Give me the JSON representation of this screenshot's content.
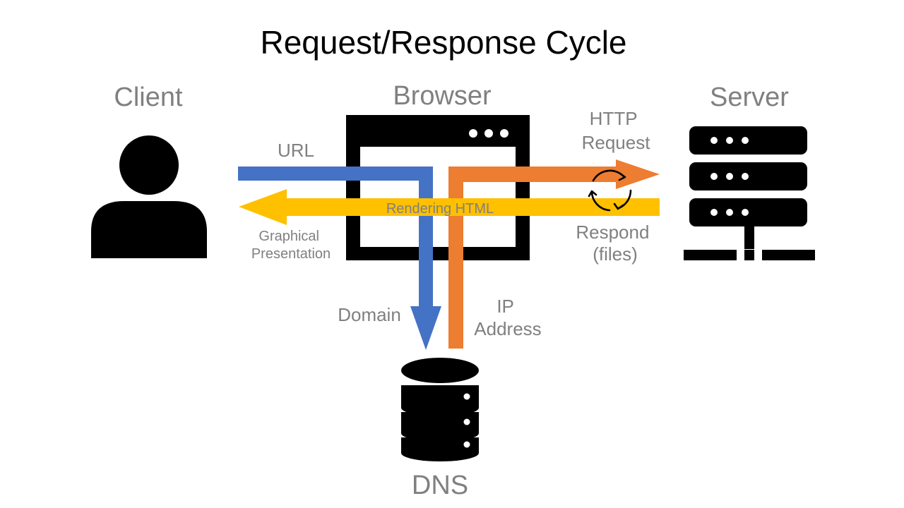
{
  "title": "Request/Response Cycle",
  "nodes": {
    "client": "Client",
    "browser": "Browser",
    "server": "Server",
    "dns": "DNS"
  },
  "edges": {
    "url": "URL",
    "http_request": [
      "HTTP",
      "Request"
    ],
    "rendering_html": "Rendering HTML",
    "graphical_presentation": [
      "Graphical",
      "Presentation"
    ],
    "respond_files": [
      "Respond",
      "(files)"
    ],
    "domain": "Domain",
    "ip_address": [
      "IP",
      "Address"
    ]
  },
  "colors": {
    "blue_arrow": "#4472C4",
    "orange_arrow": "#ED7D31",
    "yellow_arrow": "#FFC000",
    "label_gray": "#808080",
    "icon_black": "#000000"
  },
  "icons": {
    "client": "person-icon",
    "browser": "browser-window-icon",
    "server": "server-rack-icon",
    "dns": "database-icon",
    "cycle": "refresh-cycle-icon"
  }
}
